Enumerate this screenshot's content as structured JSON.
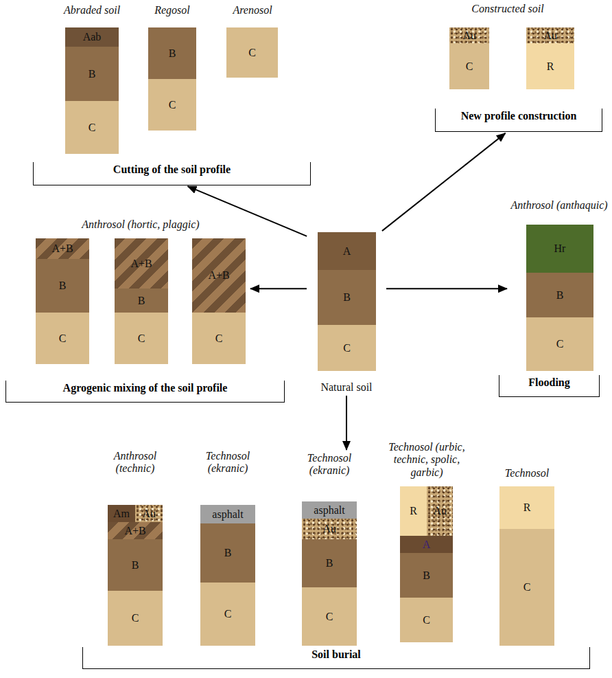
{
  "diagram": {
    "nodes": [
      {
        "text": [
          "Abraded soil"
        ]
      },
      {
        "text": [
          "Aab"
        ],
        "in": 0
      },
      {
        "text": [
          "B"
        ],
        "in": 0
      },
      {
        "text": [
          "C"
        ],
        "in": 0
      },
      {
        "text": [
          "Regosol"
        ]
      },
      {
        "text": [
          "B"
        ],
        "in": 4
      },
      {
        "text": [
          "C"
        ],
        "in": 4
      },
      {
        "text": [
          "Arenosol"
        ]
      },
      {
        "text": [
          "C"
        ],
        "in": 7
      },
      {
        "text": [
          "Constructed soil"
        ]
      },
      {
        "text": [
          "Au"
        ],
        "in": 9
      },
      {
        "text": [
          "C"
        ],
        "in": 9
      },
      {
        "text": [
          "Au"
        ],
        "in": 9
      },
      {
        "text": [
          "R"
        ],
        "in": 9
      },
      {
        "text": [
          "Cutting of the soil profile"
        ]
      },
      {
        "text": [
          "New profile construction"
        ]
      },
      {
        "text": [
          "Anthrosol (hortic, plaggic)"
        ]
      },
      {
        "text": [
          "A+B"
        ],
        "in": 16
      },
      {
        "text": [
          "B"
        ],
        "in": 16
      },
      {
        "text": [
          "C"
        ],
        "in": 16
      },
      {
        "text": [
          "A+B"
        ],
        "in": 16
      },
      {
        "text": [
          "B"
        ],
        "in": 16
      },
      {
        "text": [
          "C"
        ],
        "in": 16
      },
      {
        "text": [
          "A+B"
        ],
        "in": 16
      },
      {
        "text": [
          "C"
        ],
        "in": 16
      },
      {
        "text": [
          "Natural soil"
        ]
      },
      {
        "text": [
          "A"
        ],
        "in": 25
      },
      {
        "text": [
          "B"
        ],
        "in": 25
      },
      {
        "text": [
          "C"
        ],
        "in": 25
      },
      {
        "text": [
          "Anthrosol (anthaquic)"
        ]
      },
      {
        "text": [
          "Hr"
        ],
        "in": 29
      },
      {
        "text": [
          "B"
        ],
        "in": 29
      },
      {
        "text": [
          "C"
        ],
        "in": 29
      },
      {
        "text": [
          "Agrogenic mixing of the soil profile"
        ]
      },
      {
        "text": [
          "Flooding"
        ]
      },
      {
        "text": [
          "Anthrosol (technic)"
        ]
      },
      {
        "text": [
          "Am"
        ],
        "in": 35
      },
      {
        "text": [
          "Au"
        ],
        "in": 35
      },
      {
        "text": [
          "A+B"
        ],
        "in": 35
      },
      {
        "text": [
          "B"
        ],
        "in": 35
      },
      {
        "text": [
          "C"
        ],
        "in": 35
      },
      {
        "text": [
          "Technosol (ekranic)"
        ]
      },
      {
        "text": [
          "asphalt"
        ],
        "in": 41
      },
      {
        "text": [
          "B"
        ],
        "in": 41
      },
      {
        "text": [
          "C"
        ],
        "in": 41
      },
      {
        "text": [
          "Technosol (ekranic)"
        ]
      },
      {
        "text": [
          "asphalt"
        ],
        "in": 45
      },
      {
        "text": [
          "Au"
        ],
        "in": 45
      },
      {
        "text": [
          "B"
        ],
        "in": 45
      },
      {
        "text": [
          "C"
        ],
        "in": 45
      },
      {
        "text": [
          "Technosol (urbic, technic, spolic, garbic)"
        ]
      },
      {
        "text": [
          "R"
        ],
        "in": 50
      },
      {
        "text": [
          "Au"
        ],
        "in": 50
      },
      {
        "text": [
          "A"
        ],
        "in": 50
      },
      {
        "text": [
          "B"
        ],
        "in": 50
      },
      {
        "text": [
          "C"
        ],
        "in": 50
      },
      {
        "text": [
          "Technosol"
        ]
      },
      {
        "text": [
          "R"
        ],
        "in": 56
      },
      {
        "text": [
          "C"
        ],
        "in": 56
      },
      {
        "text": [
          "Soil burial"
        ]
      }
    ],
    "edges": [
      {
        "from": 25,
        "to": 14,
        "arrow": "to"
      },
      {
        "from": 25,
        "to": 15,
        "arrow": "to"
      },
      {
        "from": 25,
        "to": 16,
        "arrow": "to"
      },
      {
        "from": 25,
        "to": 29,
        "arrow": "to"
      },
      {
        "from": 25,
        "to": 45,
        "arrow": "to"
      }
    ]
  }
}
